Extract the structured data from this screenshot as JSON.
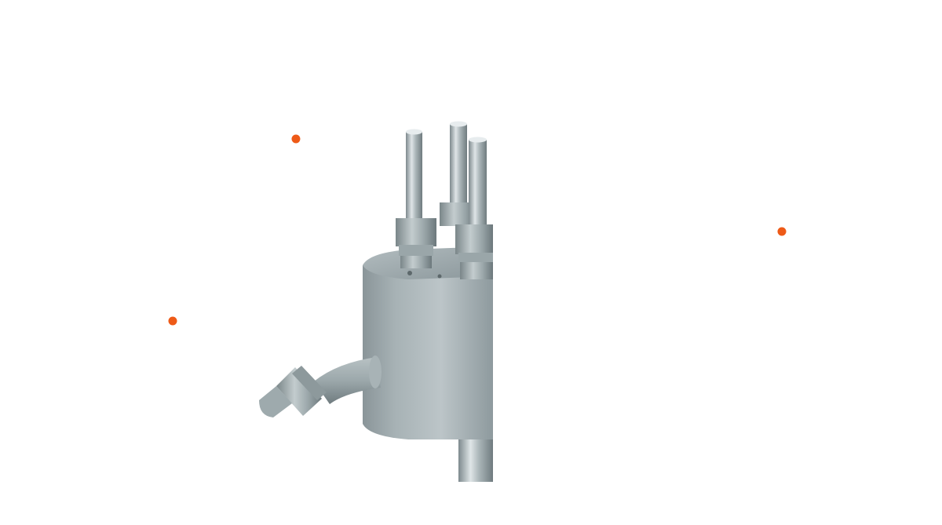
{
  "colors": {
    "background": "#ffffff",
    "hotspot": "#ee5a17",
    "metal_light": "#c7d0d3",
    "metal_mid": "#98a5a9",
    "metal_dark": "#6c787c"
  },
  "product": {
    "image_name": "stainless-steel-cylinder-valve-assembly"
  },
  "hotspots": [
    {
      "name": "hotspot-1",
      "icon": "dot-icon"
    },
    {
      "name": "hotspot-2",
      "icon": "dot-icon"
    },
    {
      "name": "hotspot-3",
      "icon": "dot-icon"
    }
  ]
}
